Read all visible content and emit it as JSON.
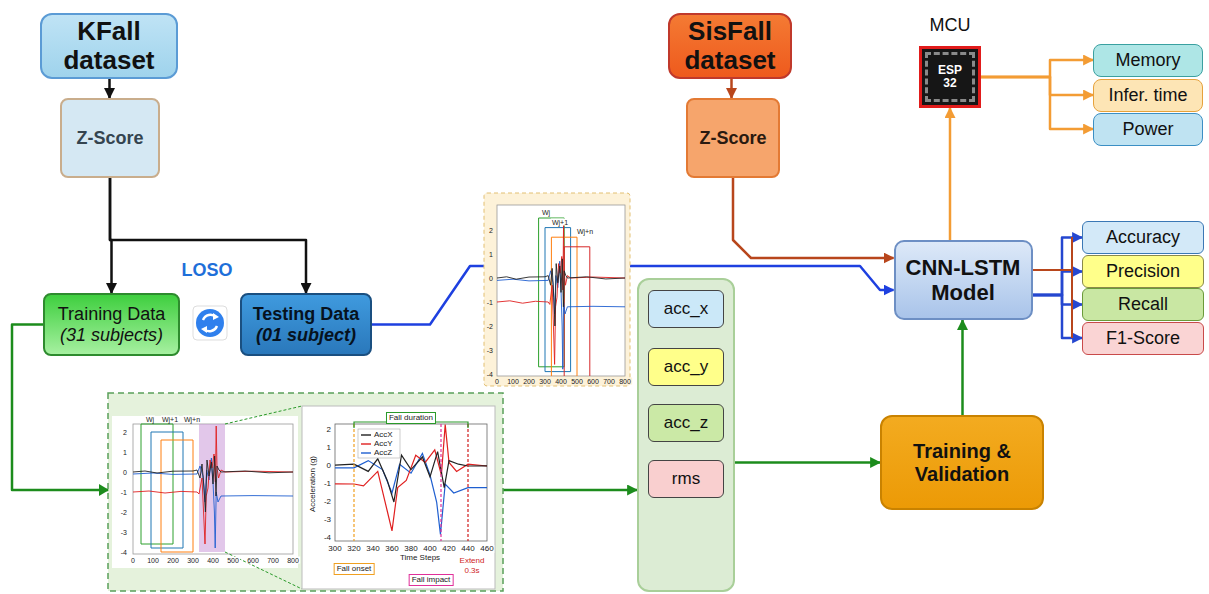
{
  "diagram": {
    "nodes": [
      {
        "text": [
          "KFall dataset"
        ]
      },
      {
        "text": [
          "Z-Score"
        ]
      },
      {
        "text": [
          "SisFall dataset"
        ]
      },
      {
        "text": [
          "Z-Score"
        ]
      },
      {
        "text": [
          "MCU",
          "ESP 32"
        ]
      },
      {
        "text": [
          "Memory"
        ]
      },
      {
        "text": [
          "Infer. time"
        ]
      },
      {
        "text": [
          "Power"
        ]
      },
      {
        "text": [
          "Training Data",
          "(31 subjects)"
        ]
      },
      {
        "text": [
          "Testing Data",
          "(01 subject)"
        ]
      },
      {
        "text": [
          "CNN-LSTM Model"
        ]
      },
      {
        "text": [
          "Accuracy"
        ]
      },
      {
        "text": [
          "Precision"
        ]
      },
      {
        "text": [
          "Recall"
        ]
      },
      {
        "text": [
          "F1-Score"
        ]
      },
      {
        "text": []
      },
      {
        "text": [
          "acc_x"
        ],
        "in": 15
      },
      {
        "text": [
          "acc_y"
        ],
        "in": 15
      },
      {
        "text": [
          "acc_z"
        ],
        "in": 15
      },
      {
        "text": [
          "rms"
        ],
        "in": 15
      },
      {
        "text": [
          "Training & Validation"
        ]
      }
    ],
    "edges": [
      {
        "from": 0,
        "to": 1,
        "arrow": "to"
      },
      {
        "from": 1,
        "to": 8,
        "arrow": "to"
      },
      {
        "from": 1,
        "to": 9,
        "arrow": "to"
      },
      {
        "from": 9,
        "to": 10,
        "arrow": "to"
      },
      {
        "from": 8,
        "to": 15,
        "arrow": "to"
      },
      {
        "from": 15,
        "to": 20,
        "arrow": "to"
      },
      {
        "from": 20,
        "to": 10,
        "arrow": "to"
      },
      {
        "from": 2,
        "to": 3,
        "arrow": "to"
      },
      {
        "from": 3,
        "to": 10,
        "arrow": "to"
      },
      {
        "from": 10,
        "to": 4,
        "arrow": "to"
      },
      {
        "from": 4,
        "to": 5,
        "arrow": "to"
      },
      {
        "from": 4,
        "to": 6,
        "arrow": "to"
      },
      {
        "from": 4,
        "to": 7,
        "arrow": "to"
      },
      {
        "from": 10,
        "to": 11,
        "arrow": "to"
      },
      {
        "from": 10,
        "to": 12,
        "arrow": "to"
      },
      {
        "from": 10,
        "to": 13,
        "arrow": "to"
      },
      {
        "from": 10,
        "to": 14,
        "arrow": "to"
      }
    ],
    "labels": [
      "LOSO",
      "2",
      "1",
      "0",
      "-1",
      "-2",
      "-3",
      "-4",
      "0",
      "100",
      "200",
      "300",
      "400",
      "500",
      "600",
      "700",
      "800",
      "Wj",
      "Wj+1",
      "Wj+n",
      "2",
      "1",
      "0",
      "-1",
      "-2",
      "-3",
      "-4",
      "0",
      "100",
      "200",
      "300",
      "400",
      "500",
      "600",
      "700",
      "800",
      "Wj",
      "Wj+1",
      "Wj+n",
      "Fall duration",
      "2",
      "1",
      "0",
      "-1",
      "-2",
      "-3",
      "-4",
      "300",
      "320",
      "340",
      "360",
      "380",
      "400",
      "420",
      "440",
      "460",
      "Acceleration (g)",
      "Time Steps",
      "Fall onset",
      "Fall impact",
      "Extend",
      "0.3s"
    ],
    "legend": [
      {
        "text": "AccX"
      },
      {
        "text": "AccY"
      },
      {
        "text": "AccZ"
      }
    ]
  }
}
